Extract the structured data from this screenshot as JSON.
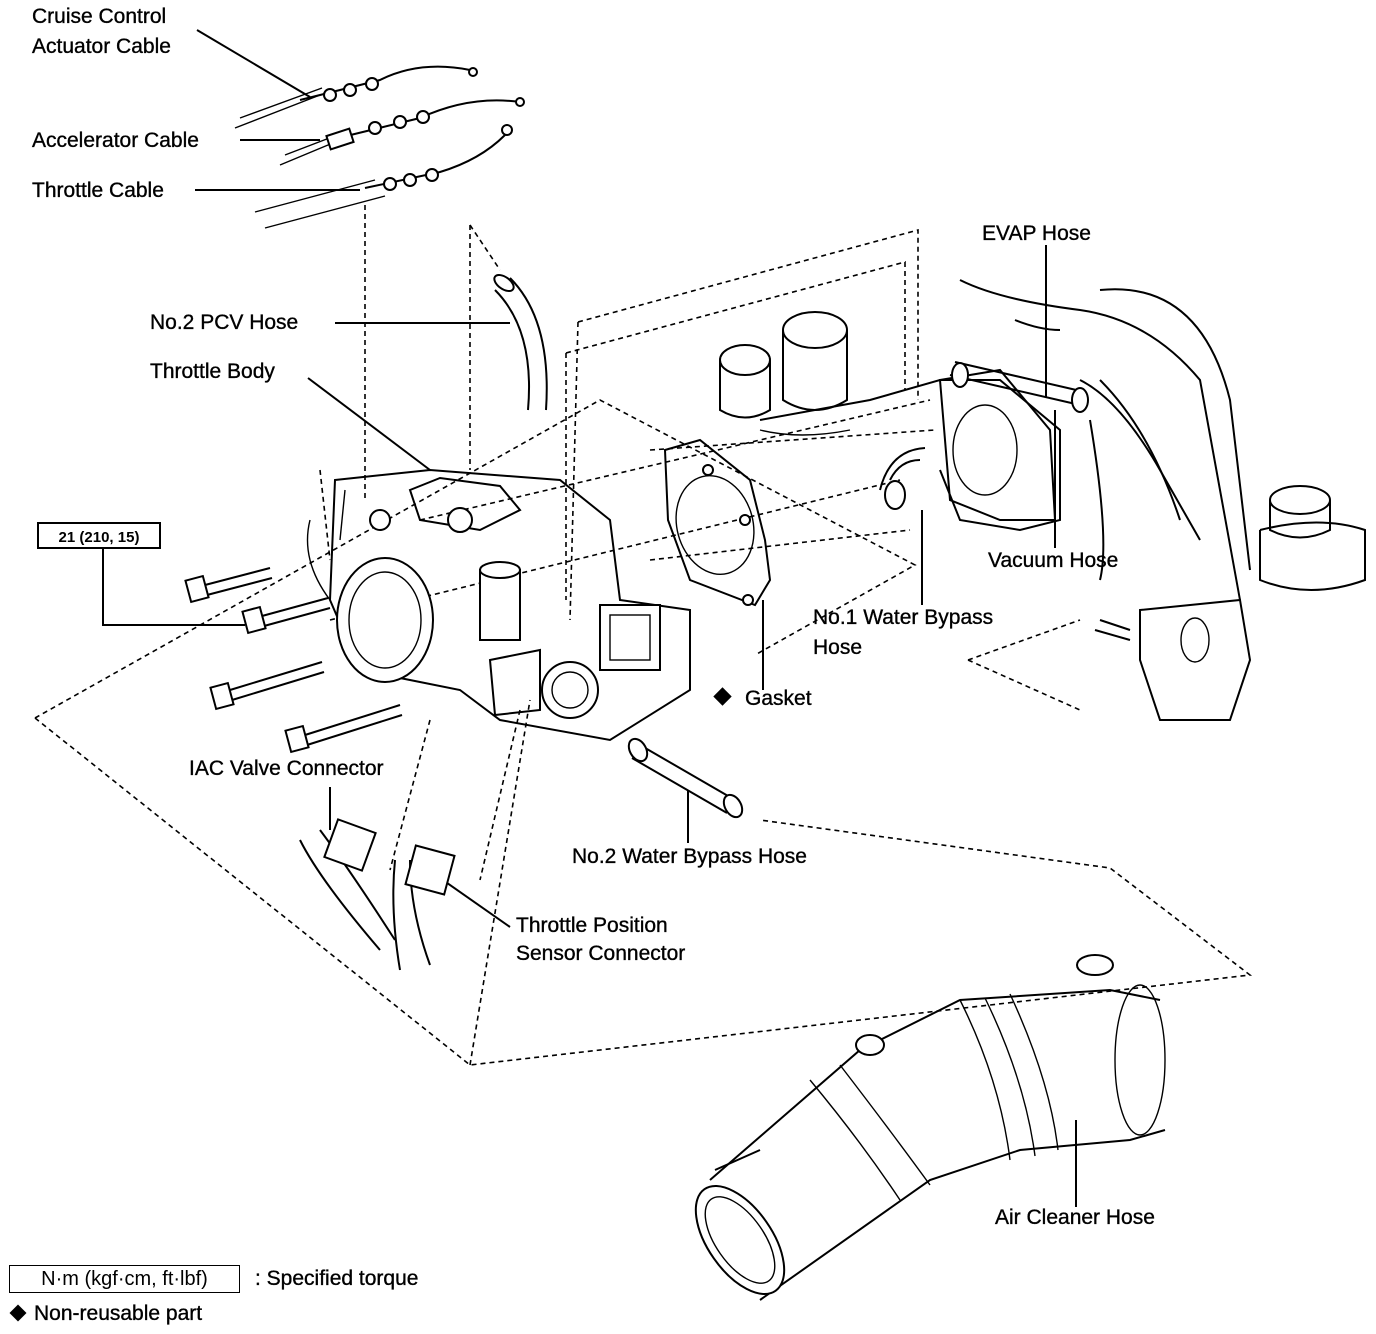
{
  "labels": {
    "cruise_control_line1": "Cruise Control",
    "cruise_control_line2": "Actuator Cable",
    "accelerator_cable": "Accelerator Cable",
    "throttle_cable": "Throttle Cable",
    "evap_hose": "EVAP Hose",
    "pcv_hose": "No.2 PCV Hose",
    "throttle_body": "Throttle Body",
    "vacuum_hose": "Vacuum Hose",
    "water_bypass_1_line1": "No.1 Water Bypass",
    "water_bypass_1_line2": "Hose",
    "gasket": "Gasket",
    "iac_valve_connector": "IAC Valve Connector",
    "water_bypass_2": "No.2 Water Bypass Hose",
    "tps_connector_line1": "Throttle Position",
    "tps_connector_line2": "Sensor Connector",
    "air_cleaner_hose": "Air Cleaner Hose"
  },
  "torque_spec": "21 (210, 15)",
  "legend": {
    "torque_unit": "N·m (kgf·cm, ft·lbf)",
    "torque_text": ": Specified torque",
    "non_reusable_text": "Non-reusable part"
  },
  "icons": {
    "non_reusable": "black-diamond-icon"
  }
}
